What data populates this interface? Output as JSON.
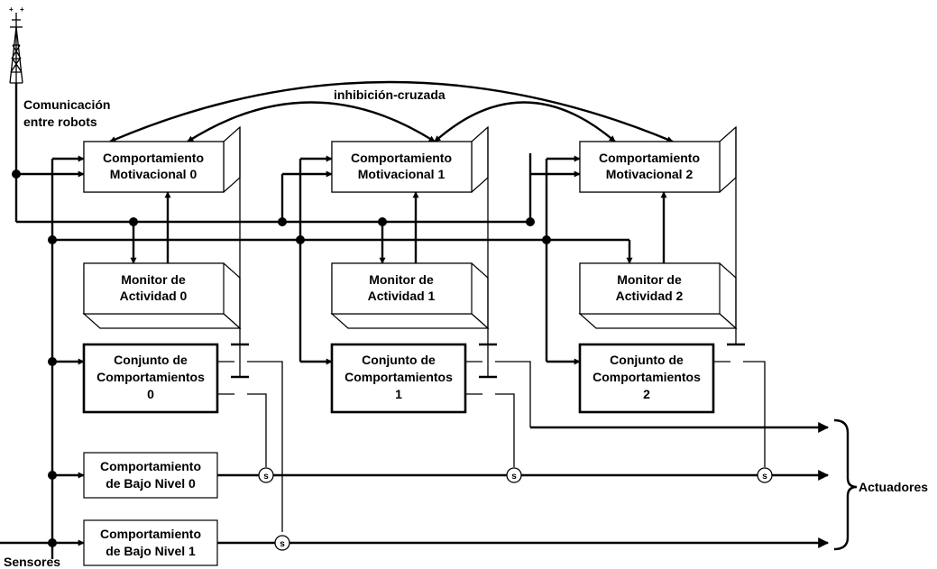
{
  "labels": {
    "comunicacion_line1": "Comunicación",
    "comunicacion_line2": "entre robots",
    "inhibicion": "inhibición-cruzada",
    "sensores": "Sensores",
    "actuadores": "Actuadores",
    "s": "s"
  },
  "motivacional": [
    {
      "line1": "Comportamiento",
      "line2": "Motivacional 0"
    },
    {
      "line1": "Comportamiento",
      "line2": "Motivacional 1"
    },
    {
      "line1": "Comportamiento",
      "line2": "Motivacional 2"
    }
  ],
  "monitor": [
    {
      "line1": "Monitor de",
      "line2": "Actividad 0"
    },
    {
      "line1": "Monitor de",
      "line2": "Actividad 1"
    },
    {
      "line1": "Monitor de",
      "line2": "Actividad 2"
    }
  ],
  "conjunto": [
    {
      "line1": "Conjunto de",
      "line2": "Comportamientos",
      "line3": "0"
    },
    {
      "line1": "Conjunto de",
      "line2": "Comportamientos",
      "line3": "1"
    },
    {
      "line1": "Conjunto de",
      "line2": "Comportamientos",
      "line3": "2"
    }
  ],
  "bajo_nivel": [
    {
      "line1": "Comportamiento",
      "line2": "de Bajo Nivel 0"
    },
    {
      "line1": "Comportamiento",
      "line2": "de Bajo Nivel 1"
    }
  ]
}
